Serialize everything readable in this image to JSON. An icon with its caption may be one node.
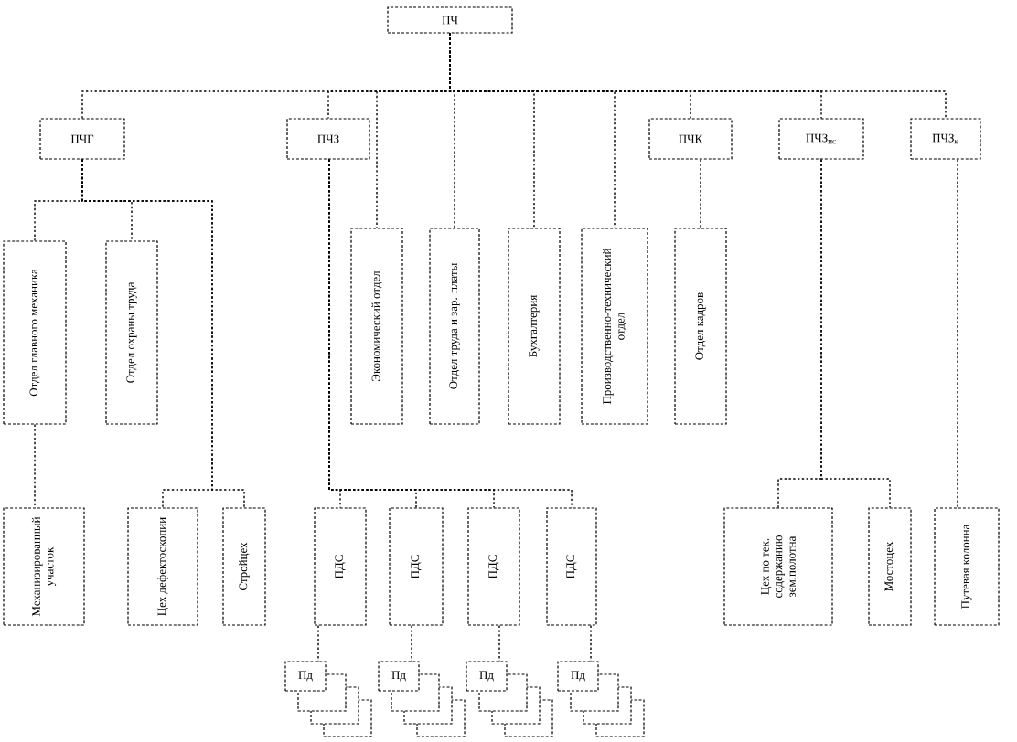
{
  "diagram": {
    "nodes": [
      {
        "text": [
          "ПЧ"
        ]
      },
      {
        "text": [
          "ПЧГ"
        ]
      },
      {
        "text": [
          "ПЧЗ"
        ]
      },
      {
        "text": [
          "Экономический отдел"
        ]
      },
      {
        "text": [
          "Отдел труда и зар. платы"
        ]
      },
      {
        "text": [
          "Бухгалтерия"
        ]
      },
      {
        "text": [
          "Производственно-технический отдел"
        ]
      },
      {
        "text": [
          "ПЧК"
        ]
      },
      {
        "text": [
          "ПЧЗ$_{ис}$"
        ]
      },
      {
        "text": [
          "ПЧЗ$_{к}$"
        ]
      },
      {
        "text": [
          "Отдел главного механика"
        ]
      },
      {
        "text": [
          "Отдел охраны труда"
        ]
      },
      {
        "text": [
          "Отдел кадров"
        ]
      },
      {
        "text": [
          "Механизированный участок"
        ]
      },
      {
        "text": [
          "Цех дефектоскопии"
        ]
      },
      {
        "text": [
          "Стройцех"
        ]
      },
      {
        "text": [
          "ПДС"
        ]
      },
      {
        "text": [
          "ПДС"
        ]
      },
      {
        "text": [
          "ПДС"
        ]
      },
      {
        "text": [
          "ПДС"
        ]
      },
      {
        "text": [
          "Пд"
        ]
      },
      {
        "text": [
          "Пд"
        ]
      },
      {
        "text": [
          "Пд"
        ]
      },
      {
        "text": [
          "Пд"
        ]
      },
      {
        "text": [
          "Цех по тек. содержанию зем.полотна"
        ]
      },
      {
        "text": [
          "Мостоцех"
        ]
      },
      {
        "text": [
          "Путевая колонна"
        ]
      }
    ],
    "edges": [
      {
        "from": 0,
        "to": 1,
        "arrow": "none"
      },
      {
        "from": 0,
        "to": 2,
        "arrow": "none"
      },
      {
        "from": 0,
        "to": 3,
        "arrow": "none"
      },
      {
        "from": 0,
        "to": 4,
        "arrow": "none"
      },
      {
        "from": 0,
        "to": 5,
        "arrow": "none"
      },
      {
        "from": 0,
        "to": 6,
        "arrow": "none"
      },
      {
        "from": 0,
        "to": 7,
        "arrow": "none"
      },
      {
        "from": 0,
        "to": 8,
        "arrow": "none"
      },
      {
        "from": 0,
        "to": 9,
        "arrow": "none"
      },
      {
        "from": 1,
        "to": 10,
        "arrow": "none"
      },
      {
        "from": 1,
        "to": 11,
        "arrow": "none"
      },
      {
        "from": 1,
        "to": 14,
        "arrow": "none"
      },
      {
        "from": 1,
        "to": 15,
        "arrow": "none"
      },
      {
        "from": 10,
        "to": 13,
        "arrow": "none"
      },
      {
        "from": 2,
        "to": 16,
        "arrow": "none"
      },
      {
        "from": 2,
        "to": 17,
        "arrow": "none"
      },
      {
        "from": 2,
        "to": 18,
        "arrow": "none"
      },
      {
        "from": 2,
        "to": 19,
        "arrow": "none"
      },
      {
        "from": 16,
        "to": 20,
        "arrow": "none"
      },
      {
        "from": 17,
        "to": 21,
        "arrow": "none"
      },
      {
        "from": 18,
        "to": 22,
        "arrow": "none"
      },
      {
        "from": 19,
        "to": 23,
        "arrow": "none"
      },
      {
        "from": 7,
        "to": 12,
        "arrow": "none"
      },
      {
        "from": 8,
        "to": 24,
        "arrow": "none"
      },
      {
        "from": 8,
        "to": 25,
        "arrow": "none"
      },
      {
        "from": 9,
        "to": 26,
        "arrow": "none"
      }
    ]
  }
}
